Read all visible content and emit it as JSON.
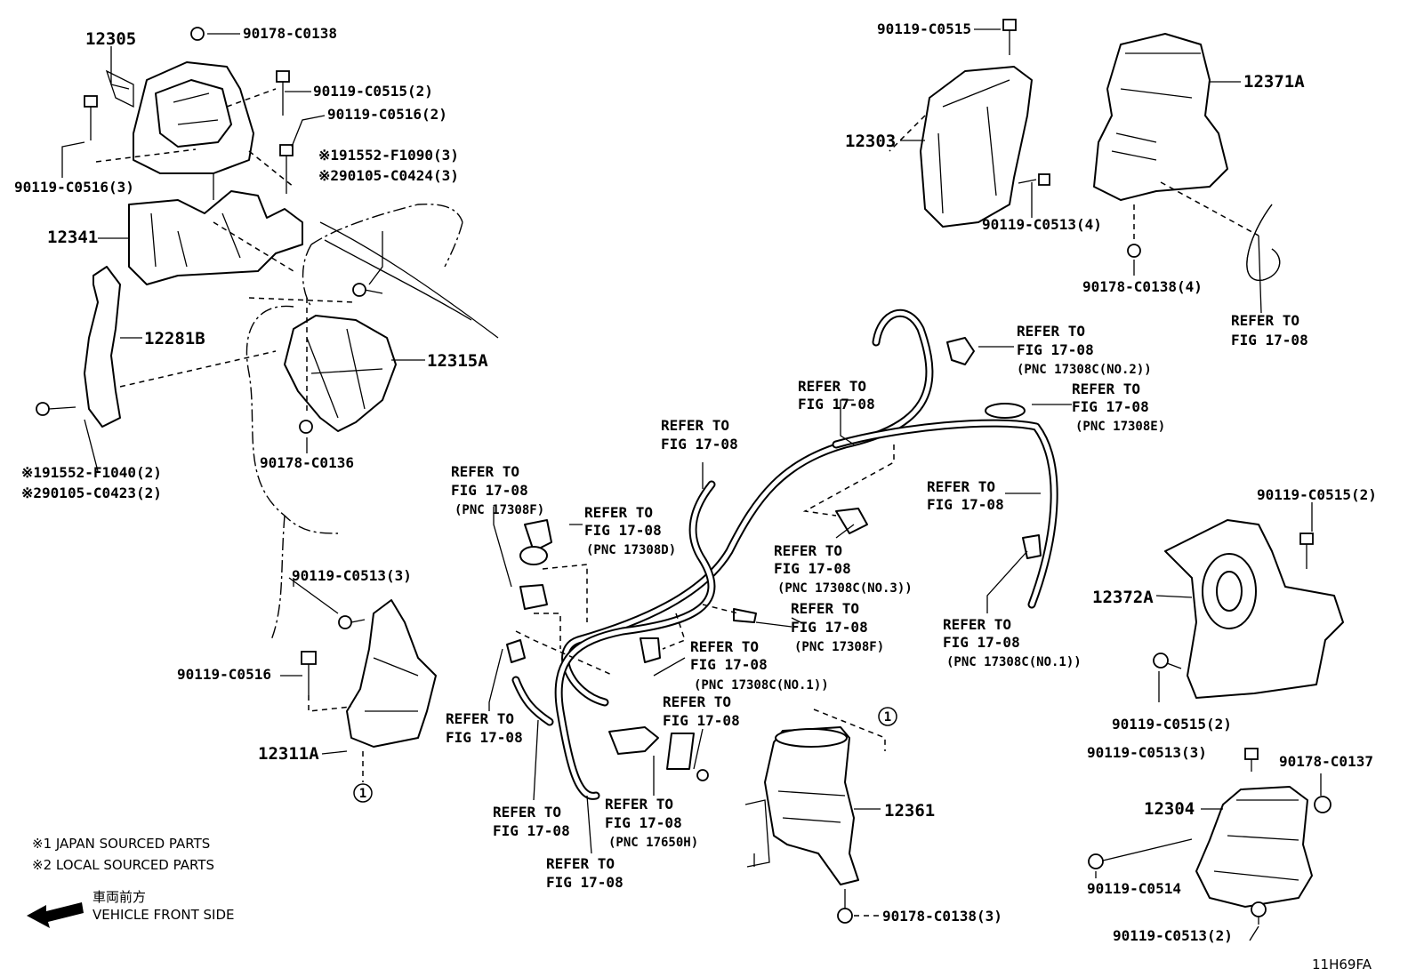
{
  "labels": {
    "p12305": "12305",
    "p90178_C0138_top": "90178-C0138",
    "p90119_C0515_2_top": "90119-C0515(2)",
    "p90119_C0516_2": "90119-C0516(2)",
    "p191552_F1090": "※191552-F1090(3)",
    "p290105_C0424": "※290105-C0424(3)",
    "p90119_C0516_3": "90119-C0516(3)",
    "p12341": "12341",
    "p12281B": "12281B",
    "p12315A": "12315A",
    "p90178_C0136": "90178-C0136",
    "p191552_F1040": "※191552-F1040(2)",
    "p290105_C0423": "※290105-C0423(2)",
    "p90119_C0513_3_left": "90119-C0513(3)",
    "p90119_C0516": "90119-C0516",
    "p12311A": "12311A",
    "p90119_C0515_top": "90119-C0515",
    "p12303": "12303",
    "p90119_C0513_4": "90119-C0513(4)",
    "p12371A": "12371A",
    "p90178_C0138_4": "90178-C0138(4)",
    "p90119_C0515_2_right": "90119-C0515(2)",
    "p12372A": "12372A",
    "p90119_C0515_2_low": "90119-C0515(2)",
    "p90119_C0513_3_right": "90119-C0513(3)",
    "p90178_C0137": "90178-C0137",
    "p12304": "12304",
    "p90119_C0514": "90119-C0514",
    "p90119_C0513_2": "90119-C0513(2)",
    "p12361": "12361",
    "p90178_C0138_3": "90178-C0138(3)"
  },
  "refer": {
    "line1": "REFER TO",
    "line2": "FIG 17-08",
    "pnc_17308C_no2": "(PNC 17308C(NO.2))",
    "pnc_17308E": "(PNC 17308E)",
    "pnc_17308F": "(PNC 17308F)",
    "pnc_17308D": "(PNC 17308D)",
    "pnc_17308C_no3": "(PNC 17308C(NO.3))",
    "pnc_17308C_no1": "(PNC 17308C(NO.1))",
    "pnc_17650H": "(PNC 17650H)"
  },
  "callout": "1",
  "legend": {
    "note1": "※1 JAPAN SOURCED PARTS",
    "note2": "※2 LOCAL SOURCED PARTS",
    "front_jp": "車両前方",
    "front_en": "VEHICLE FRONT SIDE"
  },
  "figure_id": "11H69FA"
}
